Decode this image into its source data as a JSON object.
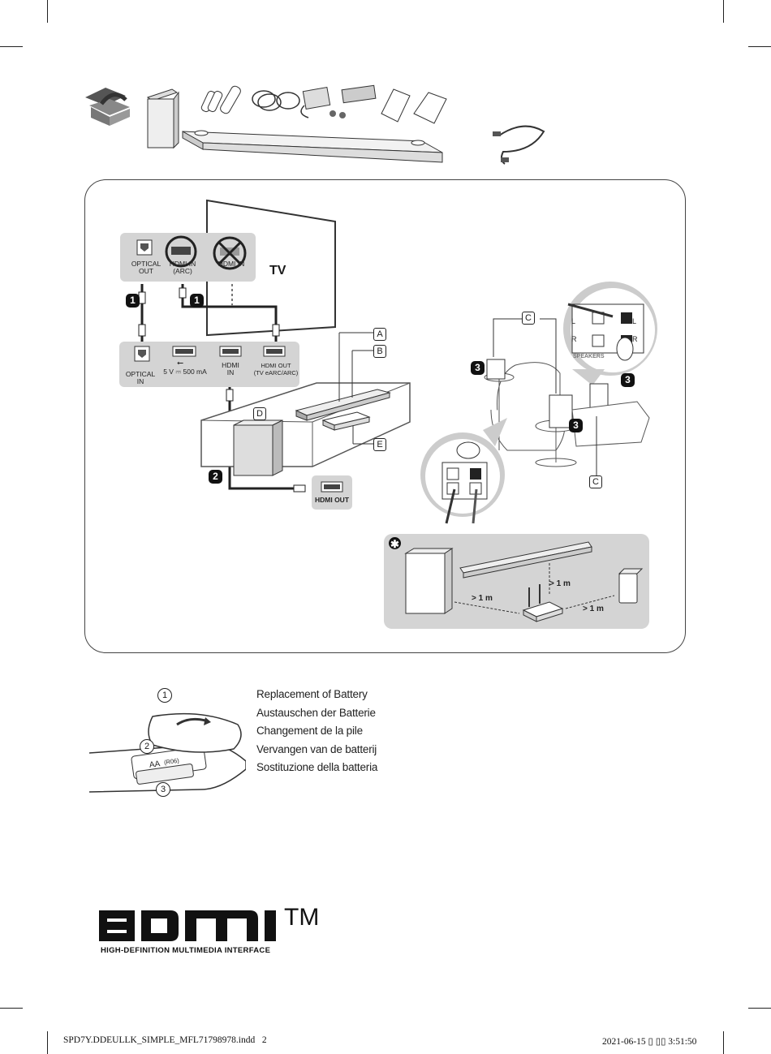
{
  "tv_label": "TV",
  "tv_ports": {
    "optical_out": "OPTICAL\nOUT",
    "hdmi_in_arc": "HDMI IN\n(ARC)",
    "hdmi_in": "HDMI IN"
  },
  "soundbar_ports": {
    "optical_in": "OPTICAL\nIN",
    "usb": "5 V ⎓ 500 mA",
    "hdmi_in": "HDMI\nIN",
    "hdmi_out": "HDMI OUT\n(TV eARC/ARC)"
  },
  "device_hdmi_out": "HDMI OUT",
  "callouts": {
    "a": "A",
    "b": "B",
    "c": "C",
    "d": "D",
    "e": "E"
  },
  "steps": {
    "one": "1",
    "two": "2",
    "three": "3"
  },
  "speaker_terminals": {
    "l": "L",
    "r": "R",
    "label": "SPEAKERS"
  },
  "distance_label": "> 1 m",
  "battery": {
    "steps": [
      "1",
      "2",
      "3"
    ],
    "battery_type": "AA",
    "battery_code": "(R06)",
    "lines": [
      "Replacement of Battery",
      "Austauschen der Batterie",
      "Changement de la pile",
      "Vervangen van de batterij",
      "Sostituzione della batteria"
    ]
  },
  "hdmi_logo": {
    "tm": "TM",
    "tagline": "HIGH-DEFINITION MULTIMEDIA INTERFACE"
  },
  "footer": {
    "file": "SPD7Y.DDEULLK_SIMPLE_MFL71798978.indd   2",
    "timestamp": "2021-06-15 ▯  ▯▯ 3:51:50"
  }
}
